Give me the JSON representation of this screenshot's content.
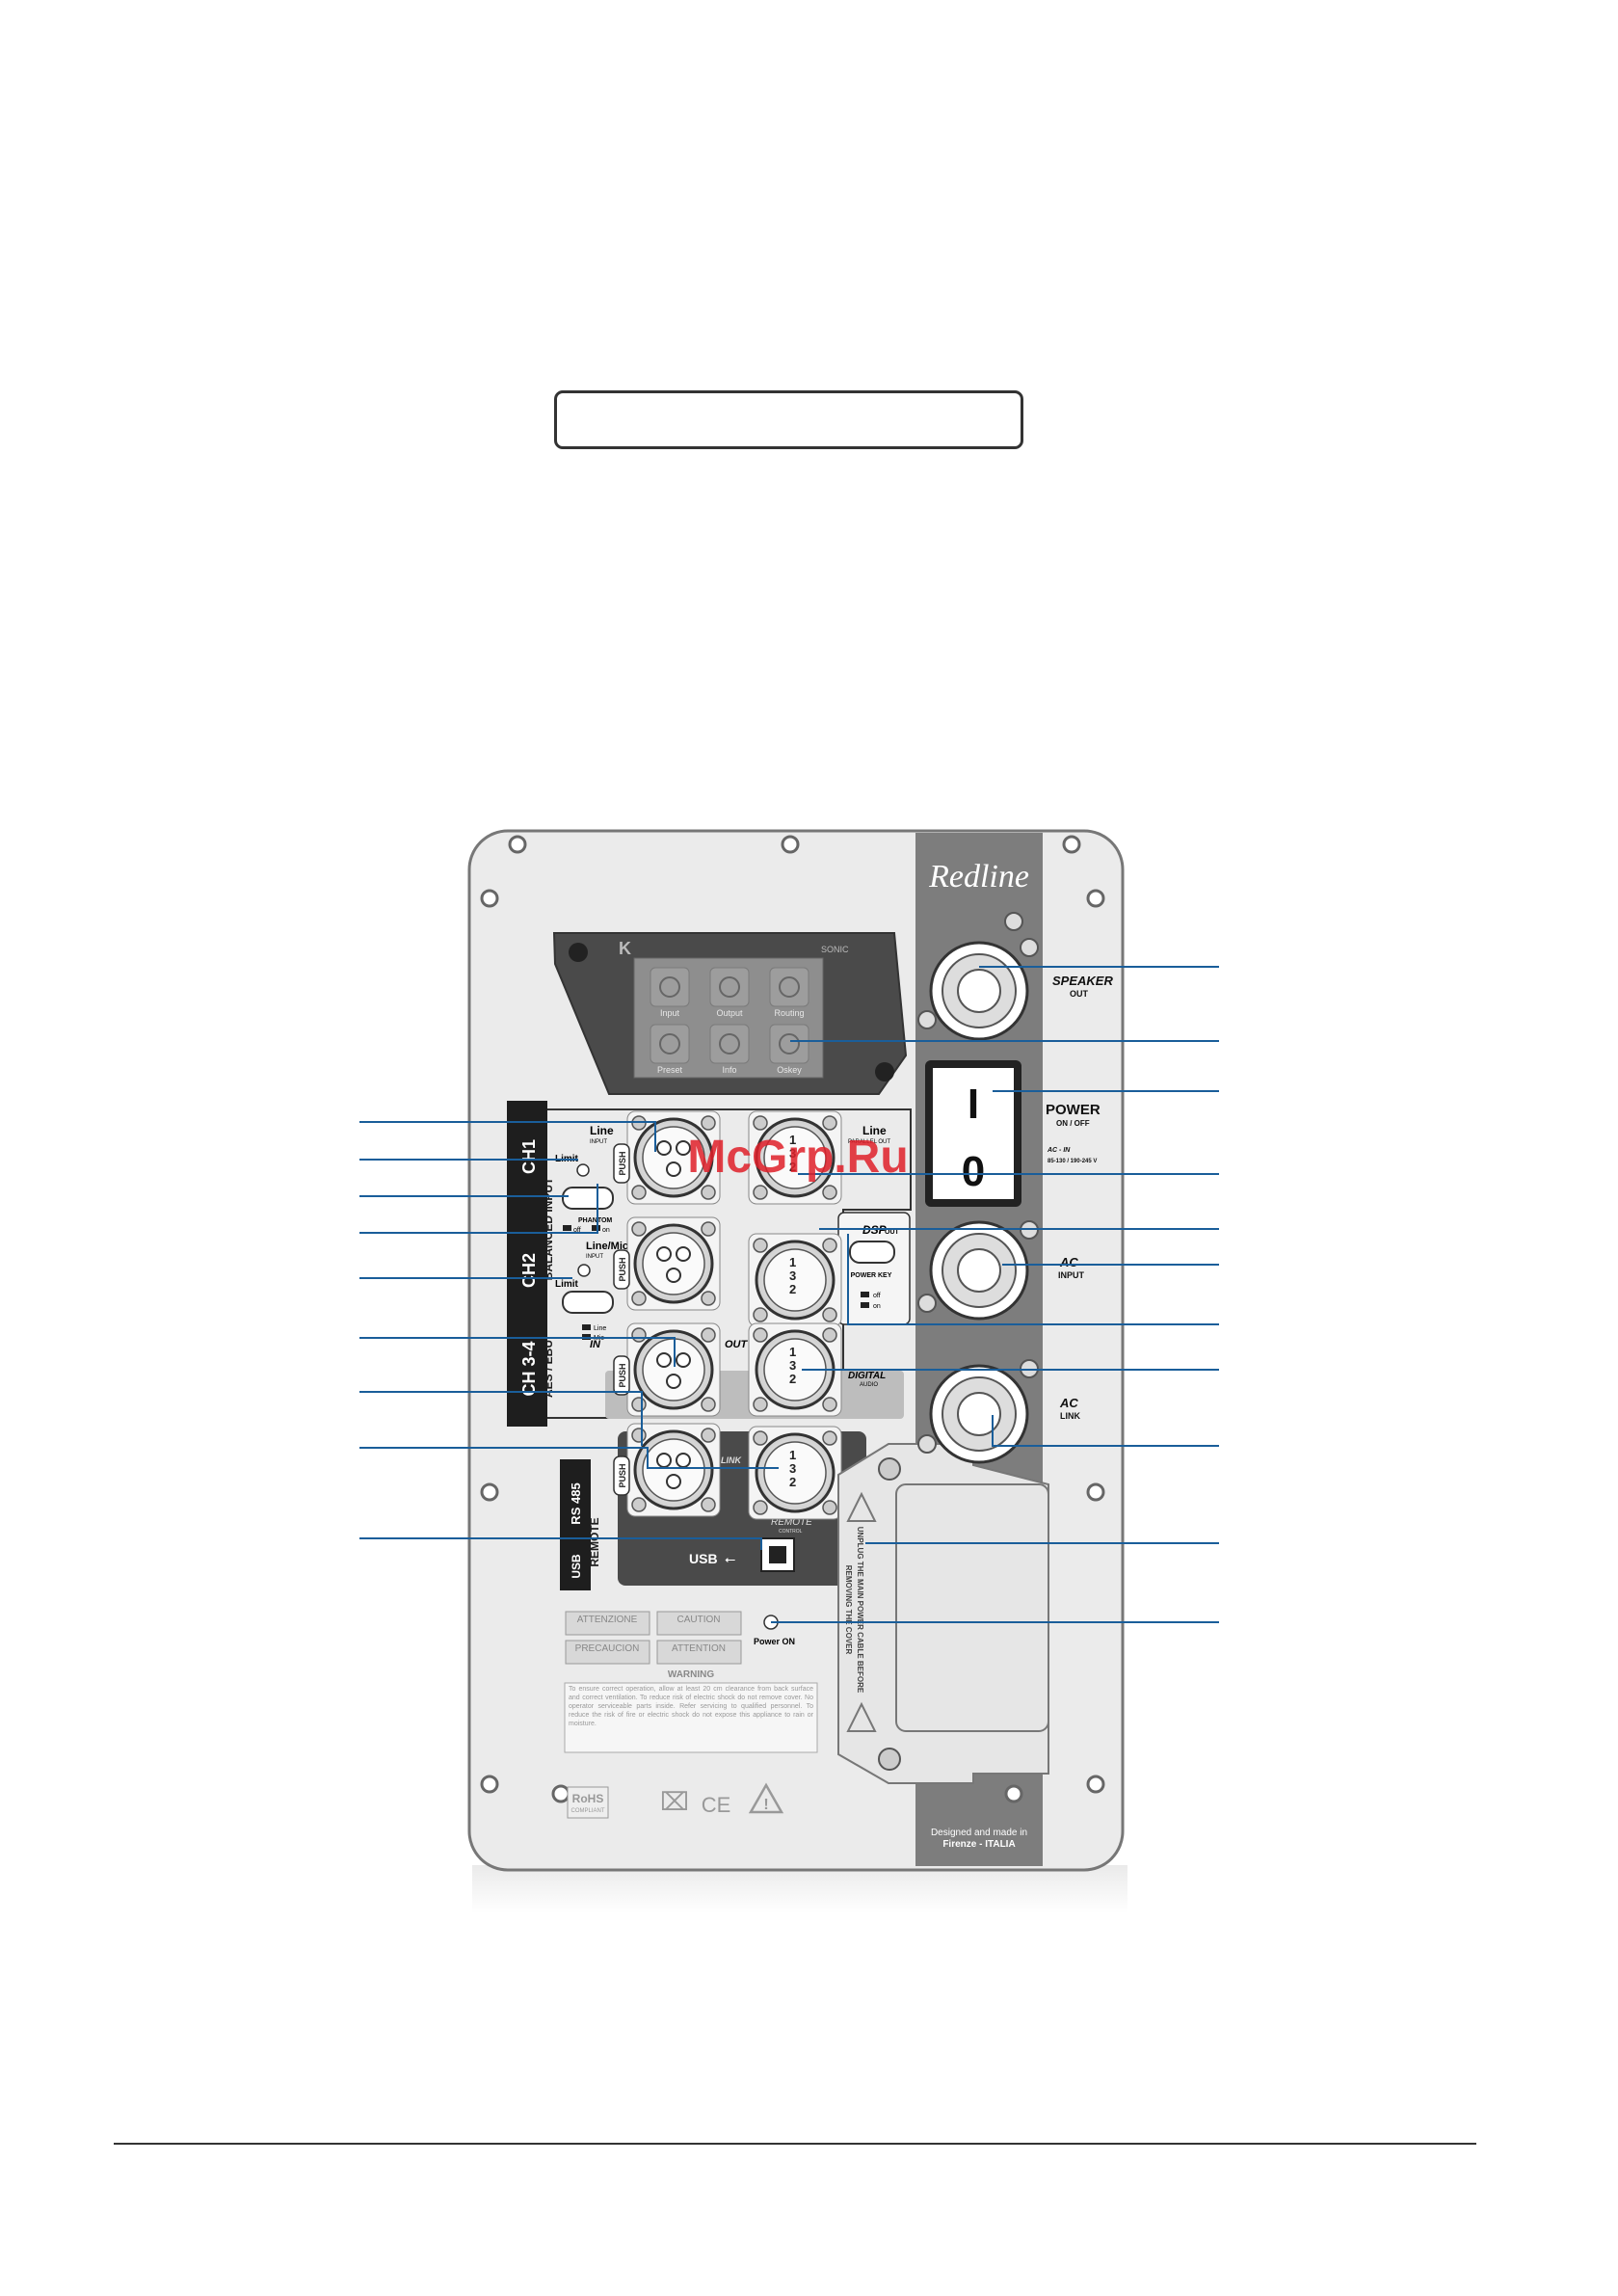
{
  "brand": "Redline",
  "display": {
    "brand_mark": "K",
    "model": "SONIC",
    "icons": [
      {
        "label": "Input",
        "icon": "slider-icon"
      },
      {
        "label": "Output",
        "icon": "speaker-cone-icon"
      },
      {
        "label": "Routing",
        "icon": "routing-y-icon"
      },
      {
        "label": "Preset",
        "icon": "equalizer-icon"
      },
      {
        "label": "Info",
        "icon": "info-icon"
      },
      {
        "label": "Oskey",
        "icon": "power-key-icon"
      }
    ]
  },
  "channels": {
    "ch1": "CH1",
    "ch2": "CH2",
    "ch34": "CH 3-4",
    "balanced_input": "BALANCED INPUT",
    "aes_ebu": "AES / EBU",
    "rs485": "RS 485",
    "remote": "REMOTE",
    "usb_side": "USB"
  },
  "labels": {
    "line": "Line",
    "input_small": "INPUT",
    "line_mic": "Line/Mic",
    "limit": "Limit",
    "phantom": "PHANTOM",
    "off": "off",
    "on": "on",
    "mic": "Mic",
    "in": "IN",
    "out": "OUT",
    "parallel_out": "PARALLEL OUT",
    "dsp": "DSP",
    "dsp_out": "OUT",
    "power_key": "POWER KEY",
    "digital": "DIGITAL",
    "audio": "AUDIO",
    "link": "LINK",
    "remote_control": "REMOTE",
    "control_small": "CONTROL",
    "usb": "USB",
    "push": "PUSH",
    "power_on_led": "Power ON",
    "speaker": "SPEAKER",
    "speaker_out": "OUT",
    "power": "POWER",
    "on_off": "ON / OFF",
    "switch_on": "I",
    "switch_off": "0",
    "ac_in": "AC - IN",
    "voltage": "85-130 / 190-245 V",
    "ac": "AC",
    "ac_input": "INPUT",
    "ac_link": "LINK",
    "designed": "Designed and made in",
    "firenze": "Firenze - ITALIA",
    "unplug_line1": "UNPLUG THE MAIN POWER CABLE BEFORE",
    "unplug_line2": "REMOVING THE COVER"
  },
  "warnings": {
    "attenzione": "ATTENZIONE",
    "caution": "CAUTION",
    "precaucion": "PRECAUCION",
    "attention": "ATTENTION",
    "warning_title": "WARNING",
    "warning_text": "To ensure correct operation, allow at least 20 cm clearance from back surface and correct ventilation. To reduce risk of electric shock do not remove cover. No operator serviceable parts inside. Refer servicing to qualified personnel. To reduce the risk of fire or electric shock do not expose this appliance to rain or moisture.",
    "rohs": "RoHS",
    "compliant": "COMPLIANT",
    "ce": "CE"
  },
  "watermark": "McGrp.Ru",
  "colors": {
    "panel": "#e9e9e9",
    "side_strip": "#7b7b7b",
    "dark_area": "#4a4a4a",
    "watermark": "#e0202a"
  }
}
